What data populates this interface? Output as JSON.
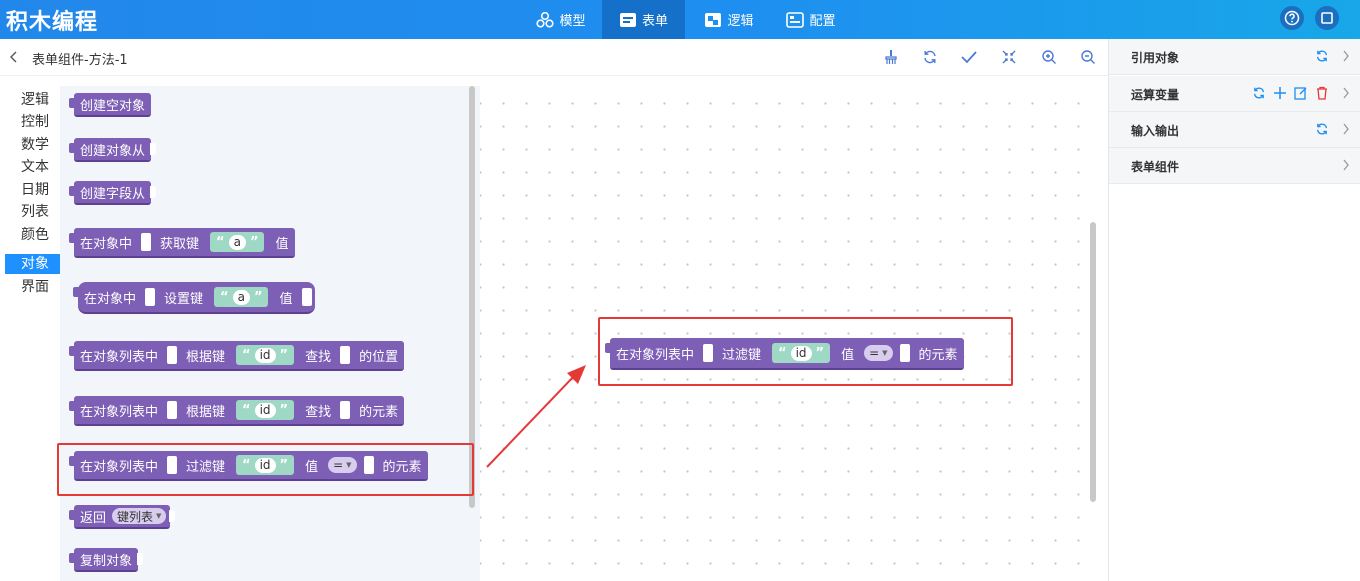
{
  "app": {
    "title": "积木编程"
  },
  "nav": {
    "tabs": [
      {
        "label": "模型"
      },
      {
        "label": "表单",
        "active": true
      },
      {
        "label": "逻辑"
      },
      {
        "label": "配置"
      }
    ]
  },
  "page": {
    "title": "表单组件-方法-1"
  },
  "categories": [
    "逻辑",
    "控制",
    "数学",
    "文本",
    "日期",
    "列表",
    "颜色",
    "对象",
    "界面"
  ],
  "active_category": "对象",
  "blocks": {
    "b1": {
      "label": "创建空对象"
    },
    "b2": {
      "label": "创建对象从"
    },
    "b3": {
      "label": "创建字段从"
    },
    "b4": {
      "p1": "在对象中",
      "p2": "获取键",
      "key": "a",
      "p3": "值"
    },
    "b5": {
      "p1": "在对象中",
      "p2": "设置键",
      "key": "a",
      "p3": "值"
    },
    "b6": {
      "p1": "在对象列表中",
      "p2": "根据键",
      "key": "id",
      "p3": "查找",
      "p4": "的位置"
    },
    "b7": {
      "p1": "在对象列表中",
      "p2": "根据键",
      "key": "id",
      "p3": "查找",
      "p4": "的元素"
    },
    "b8": {
      "p1": "在对象列表中",
      "p2": "过滤键",
      "key": "id",
      "p3": "值",
      "op": "=",
      "p4": "的元素"
    },
    "b9": {
      "p1": "返回",
      "option": "键列表"
    },
    "b10": {
      "label": "复制对象"
    }
  },
  "workspace_block": {
    "p1": "在对象列表中",
    "p2": "过滤键",
    "key": "id",
    "p3": "值",
    "op": "=",
    "p4": "的元素"
  },
  "quote_open": "“",
  "quote_close": "”",
  "right_panel": {
    "rows": [
      {
        "label": "引用对象"
      },
      {
        "label": "运算变量"
      },
      {
        "label": "输入输出"
      },
      {
        "label": "表单组件"
      }
    ]
  },
  "colors": {
    "accent": "#1e90ff",
    "block": "#7e5fb6",
    "string": "#9fd8c5",
    "highlight": "#e53935"
  }
}
